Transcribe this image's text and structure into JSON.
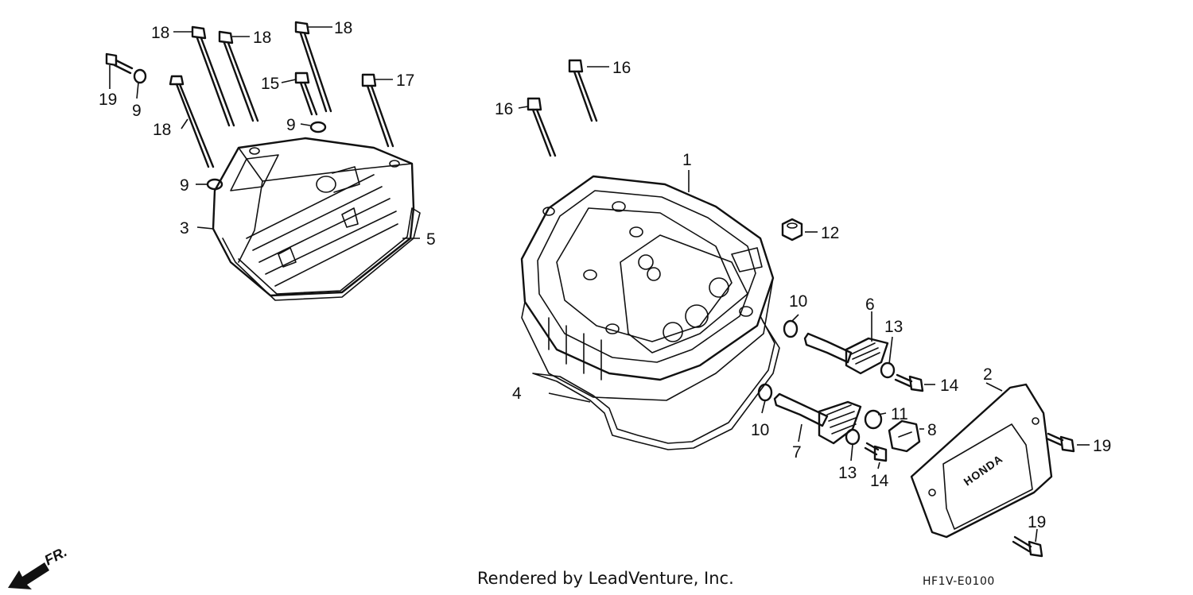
{
  "diagram": {
    "callouts": {
      "c1": "1",
      "c2": "2",
      "c3": "3",
      "c4": "4",
      "c5": "5",
      "c6": "6",
      "c7": "7",
      "c8": "8",
      "c9a": "9",
      "c9b": "9",
      "c9c": "9",
      "c10a": "10",
      "c10b": "10",
      "c11": "11",
      "c12": "12",
      "c13a": "13",
      "c13b": "13",
      "c14a": "14",
      "c14b": "14",
      "c15": "15",
      "c16a": "16",
      "c16b": "16",
      "c17": "17",
      "c18a": "18",
      "c18b": "18",
      "c18c": "18",
      "c18d": "18",
      "c19a": "19",
      "c19b": "19",
      "c19c": "19"
    },
    "cover_logo": "HONDA",
    "front_label": "FR.",
    "credit": "Rendered by LeadVenture, Inc.",
    "diagram_code": "HF1V-E0100"
  }
}
